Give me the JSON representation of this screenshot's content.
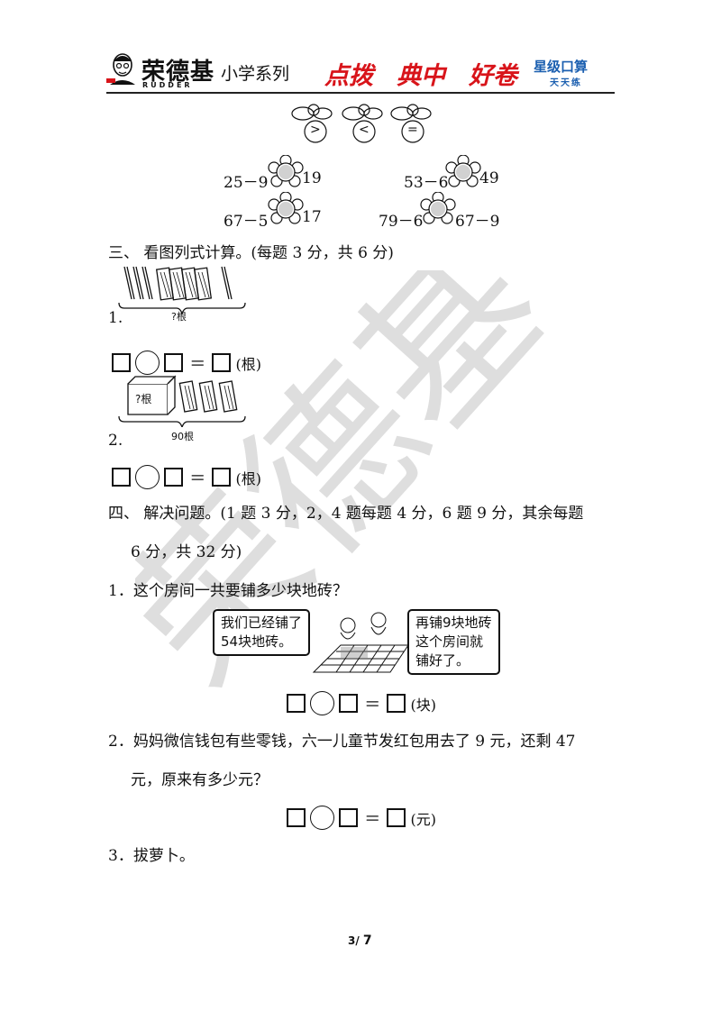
{
  "header": {
    "logo_main": "荣德基",
    "logo_sub": "RUDDER",
    "series": "小学系列",
    "brand_1": "点拨",
    "brand_2": "典中",
    "brand_3": "好卷",
    "brand_4": "星级口算",
    "brand_4_sub": "天天练"
  },
  "compare": {
    "symbols": [
      ">",
      "<",
      "="
    ],
    "rows": [
      {
        "left_a": "25－9",
        "left_b": "19",
        "right_a": "53－6",
        "right_b": "49"
      },
      {
        "left_a": "67－5",
        "left_b": "17",
        "right_a": "79－6",
        "right_b": "67－9"
      }
    ]
  },
  "section3": {
    "title": "三、 看图列式计算。(每题 3 分，共 6 分)",
    "q1": {
      "num": "1.",
      "brace_label": "?根",
      "unit": "(根)",
      "eq": "＝"
    },
    "q2": {
      "num": "2.",
      "box_label": "?根",
      "brace_label": "90根",
      "unit": "(根)",
      "eq": "＝"
    }
  },
  "section4": {
    "title_line1": "四、 解决问题。(1 题 3 分，2，4 题每题 4 分，6 题 9 分，其余每题",
    "title_line2": "6 分，共 32 分)",
    "q1": {
      "text": "1．这个房间一共要铺多少块地砖？",
      "bubble_left": [
        "我们已经铺了",
        "54块地砖。"
      ],
      "bubble_right": [
        "再铺9块地砖",
        "这个房间就",
        "铺好了。"
      ],
      "unit": "(块)",
      "eq": "＝"
    },
    "q2": {
      "text_line1": "2．妈妈微信钱包有些零钱，六一儿童节发红包用去了 9 元，还剩 47",
      "text_line2": "元，原来有多少元？",
      "unit": "(元)",
      "eq": "＝"
    },
    "q3": {
      "text": "3．拔萝卜。"
    }
  },
  "footer": {
    "page": "3/",
    "total": "7"
  },
  "watermark": "荣德基"
}
